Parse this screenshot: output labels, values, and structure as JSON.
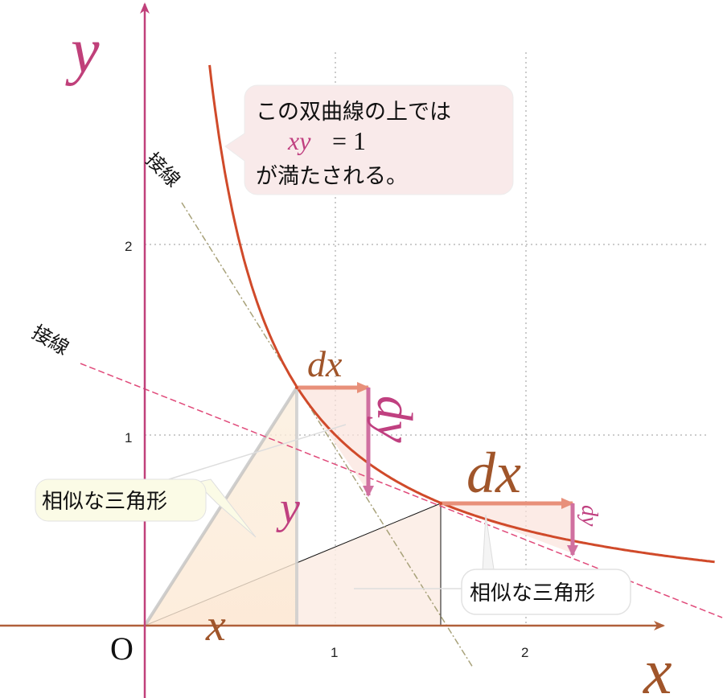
{
  "axes": {
    "x_label": "x",
    "y_label": "y",
    "origin_label": "O",
    "x_ticks": [
      "1",
      "2"
    ],
    "y_ticks": [
      "1",
      "2"
    ],
    "colors": {
      "x_axis": "#b0603a",
      "y_axis": "#c0407a"
    }
  },
  "callout": {
    "line1": "この双曲線の上では",
    "formula_xy": "xy",
    "formula_rhs": "= 1",
    "line3": "が満たされる。"
  },
  "tangent_labels": {
    "upper": "接線",
    "lower": "接線"
  },
  "triangle_labels": {
    "small_x": "x",
    "small_y": "y",
    "similar_left": "相似な三角形",
    "similar_right": "相似な三角形"
  },
  "differentials": {
    "dx_small": "dx",
    "dy_small": "dy",
    "dx_large": "dx",
    "dy_large": "dy"
  },
  "colors": {
    "curve": "#d04a2a",
    "tangent_pink": "#e04a7a",
    "tangent_olive": "#a8a27a",
    "dx_arrow": "#e8907a",
    "dy_arrow": "#d070a0",
    "brown_text": "#a0552a",
    "pink_text": "#c04080"
  },
  "chart_data": {
    "type": "line",
    "title": "",
    "xlabel": "x",
    "ylabel": "y",
    "xlim": [
      0,
      2.75
    ],
    "ylim": [
      0,
      3.25
    ],
    "curve": "xy = 1",
    "points": [
      {
        "x": 0.8,
        "y": 1.25
      },
      {
        "x": 1.55,
        "y": 0.645
      }
    ],
    "series": [
      {
        "values": [
          [
            0.33,
            3.0
          ],
          [
            0.5,
            2.0
          ],
          [
            0.8,
            1.25
          ],
          [
            1.0,
            1.0
          ],
          [
            1.55,
            0.645
          ],
          [
            2.0,
            0.5
          ],
          [
            2.5,
            0.4
          ]
        ]
      }
    ]
  }
}
